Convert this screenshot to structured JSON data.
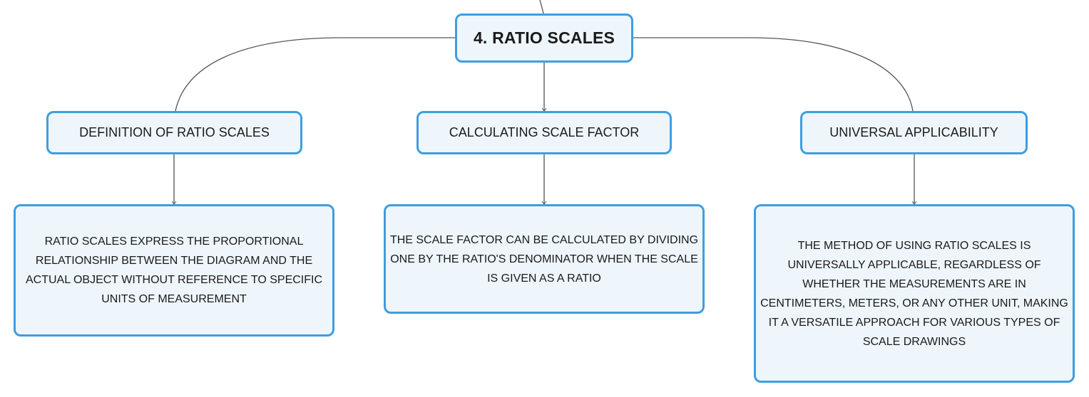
{
  "root": {
    "label": "4. RATIO SCALES"
  },
  "branches": [
    {
      "label": "DEFINITION OF RATIO SCALES",
      "detail": "RATIO SCALES EXPRESS THE PROPORTIONAL RELATIONSHIP BETWEEN THE DIAGRAM AND THE ACTUAL OBJECT WITHOUT REFERENCE TO SPECIFIC UNITS OF MEASUREMENT"
    },
    {
      "label": "CALCULATING SCALE FACTOR",
      "detail": "THE SCALE FACTOR CAN BE CALCULATED BY DIVIDING ONE BY THE RATIO'S DENOMINATOR WHEN THE SCALE IS GIVEN AS A RATIO"
    },
    {
      "label": "UNIVERSAL APPLICABILITY",
      "detail": "THE METHOD OF USING RATIO SCALES IS UNIVERSALLY APPLICABLE, REGARDLESS OF WHETHER THE MEASUREMENTS ARE IN CENTIMETERS, METERS, OR ANY OTHER UNIT, MAKING IT A VERSATILE APPROACH FOR VARIOUS TYPES OF SCALE DRAWINGS"
    }
  ],
  "colors": {
    "node_border": "#3d9ee0",
    "node_fill": "#eef6fc",
    "connector": "#555555",
    "text": "#1a1a1a"
  }
}
